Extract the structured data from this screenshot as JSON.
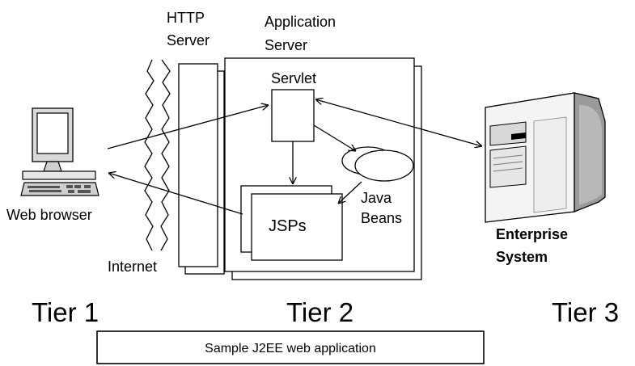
{
  "labels": {
    "http_server": [
      "HTTP",
      "Server"
    ],
    "app_server": [
      "Application",
      "Server"
    ],
    "servlet": "Servlet",
    "jsps": "JSPs",
    "java_beans": [
      "Java",
      "Beans"
    ],
    "web_browser": "Web browser",
    "internet": "Internet",
    "enterprise_system": [
      "Enterprise",
      "System"
    ]
  },
  "tiers": [
    "Tier 1",
    "Tier 2",
    "Tier 3"
  ],
  "caption": "Sample J2EE web application"
}
